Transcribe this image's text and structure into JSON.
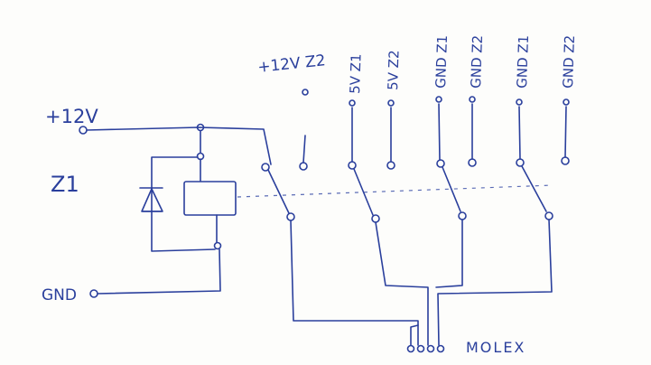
{
  "labels": {
    "input_voltage": "+12V",
    "ground_input": "GND",
    "relay": "Z1",
    "output_12v": "+12V Z2",
    "output_5v_z1": "5V Z1",
    "output_5v_z2": "5V Z2",
    "output_gnd_z1_a": "GND Z1",
    "output_gnd_z2_a": "GND Z2",
    "output_gnd_z1_b": "GND Z1",
    "output_gnd_z2_b": "GND Z2",
    "connector": "MOLEX"
  },
  "colors": {
    "ink": "#2a3f9c",
    "paper": "#fdfdfb"
  }
}
